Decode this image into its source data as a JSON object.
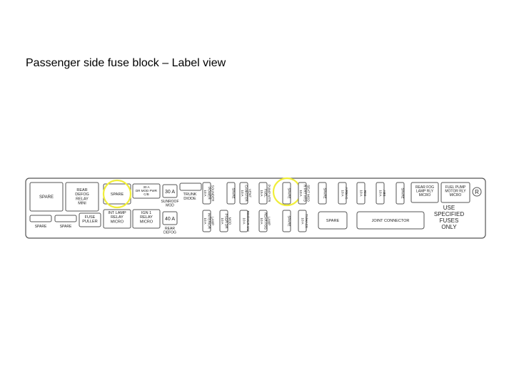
{
  "title": "Passenger side fuse block – Label view",
  "colors": {
    "outline": "#555555",
    "highlight": "#f0ee3a",
    "text": "#222222"
  },
  "boxes": [
    {
      "id": "spare-large-1",
      "lines": [
        "SPARE"
      ]
    },
    {
      "id": "rear-defog-relay-mini",
      "lines": [
        "REAR",
        "DEFOG",
        "RELAY",
        "MINI"
      ]
    },
    {
      "id": "spare-highlighted-1",
      "lines": [
        "SPARE"
      ]
    },
    {
      "id": "dr-mod-pwr-cb",
      "lines": [
        "30 A",
        "DR MOD PWR",
        "C/B"
      ]
    },
    {
      "id": "sunroof-30a",
      "lines": [
        "30 A"
      ]
    },
    {
      "id": "sunroof-label",
      "lines": [
        "SUNROOF",
        "MOD"
      ]
    },
    {
      "id": "trunk-diode",
      "lines": [
        "TRUNK",
        "DIODE"
      ]
    },
    {
      "id": "spare-small-1",
      "lines": [
        "SPARE"
      ]
    },
    {
      "id": "spare-small-2",
      "lines": [
        "SPARE"
      ]
    },
    {
      "id": "fuse-puller",
      "lines": [
        "FUSE",
        "PULLER"
      ]
    },
    {
      "id": "int-lamp-relay-micro",
      "lines": [
        "INT LAMP",
        "RELAY",
        "MICRO"
      ]
    },
    {
      "id": "ign1-relay-micro",
      "lines": [
        "IGN 1",
        "RELAY",
        "MICRO"
      ]
    },
    {
      "id": "rear-defog-40a",
      "lines": [
        "40 A"
      ]
    },
    {
      "id": "rear-defog-label",
      "lines": [
        "REAR",
        "DEFOG"
      ]
    },
    {
      "id": "spare-block-lower",
      "lines": [
        "SPARE"
      ]
    },
    {
      "id": "joint-connector",
      "lines": [
        "JOINT CONNECTOR"
      ]
    },
    {
      "id": "rear-fog-lamp-rly-micro",
      "lines": [
        "REAR FOG",
        "LAMP RLY",
        "MICRO"
      ]
    },
    {
      "id": "fuel-pump-motor-rly-micro",
      "lines": [
        "FUEL PUMP",
        "MOTOR RLY",
        "MICRO"
      ]
    },
    {
      "id": "use-specified",
      "lines": [
        "USE",
        "SPECIFIED",
        "FUSES",
        "ONLY"
      ]
    },
    {
      "id": "registered-mark",
      "lines": [
        "R"
      ]
    }
  ],
  "fuses": [
    {
      "id": "power-sounder",
      "lines": [
        "10 A",
        "POWER",
        "SOUNDER"
      ]
    },
    {
      "id": "spare-top-1",
      "lines": [
        "SPARE"
      ]
    },
    {
      "id": "canister-vent",
      "lines": [
        "10 A",
        "CANISTER",
        "VENT"
      ]
    },
    {
      "id": "fuel-pump-mtr",
      "lines": [
        "15 A",
        "FUEL",
        "PUMP MTR"
      ]
    },
    {
      "id": "spare-highlighted-2",
      "lines": [
        "SPARE"
      ]
    },
    {
      "id": "r-frt-htd-seat-mod",
      "lines": [
        "10 A",
        "R FRT HTD",
        "SEAT MOD"
      ]
    },
    {
      "id": "spare-top-2",
      "lines": [
        "SPARE"
      ]
    },
    {
      "id": "airbag",
      "lines": [
        "10 A",
        "AIRBAG"
      ]
    },
    {
      "id": "rim",
      "lines": [
        "10 A",
        "RIM"
      ]
    },
    {
      "id": "abs",
      "lines": [
        "10 A",
        "ABS"
      ]
    },
    {
      "id": "spare-top-3",
      "lines": [
        "SPARE"
      ]
    },
    {
      "id": "interior-lamp",
      "lines": [
        "10 A",
        "INTERIOR",
        "LAMP"
      ]
    },
    {
      "id": "psgr-dr-mod",
      "lines": [
        "10 A",
        "PSGR DR",
        "MOD"
      ]
    },
    {
      "id": "rim-mgr-sw",
      "lines": [
        "10 A",
        "RIM/MGR SW"
      ]
    },
    {
      "id": "rear-fog-lamp",
      "lines": [
        "10 A",
        "REAR FOG",
        "LAMP"
      ]
    },
    {
      "id": "spare-bottom-1",
      "lines": [
        "SPARE"
      ]
    },
    {
      "id": "tv-hacs",
      "lines": [
        "10 A",
        "TV/HACS"
      ]
    }
  ]
}
